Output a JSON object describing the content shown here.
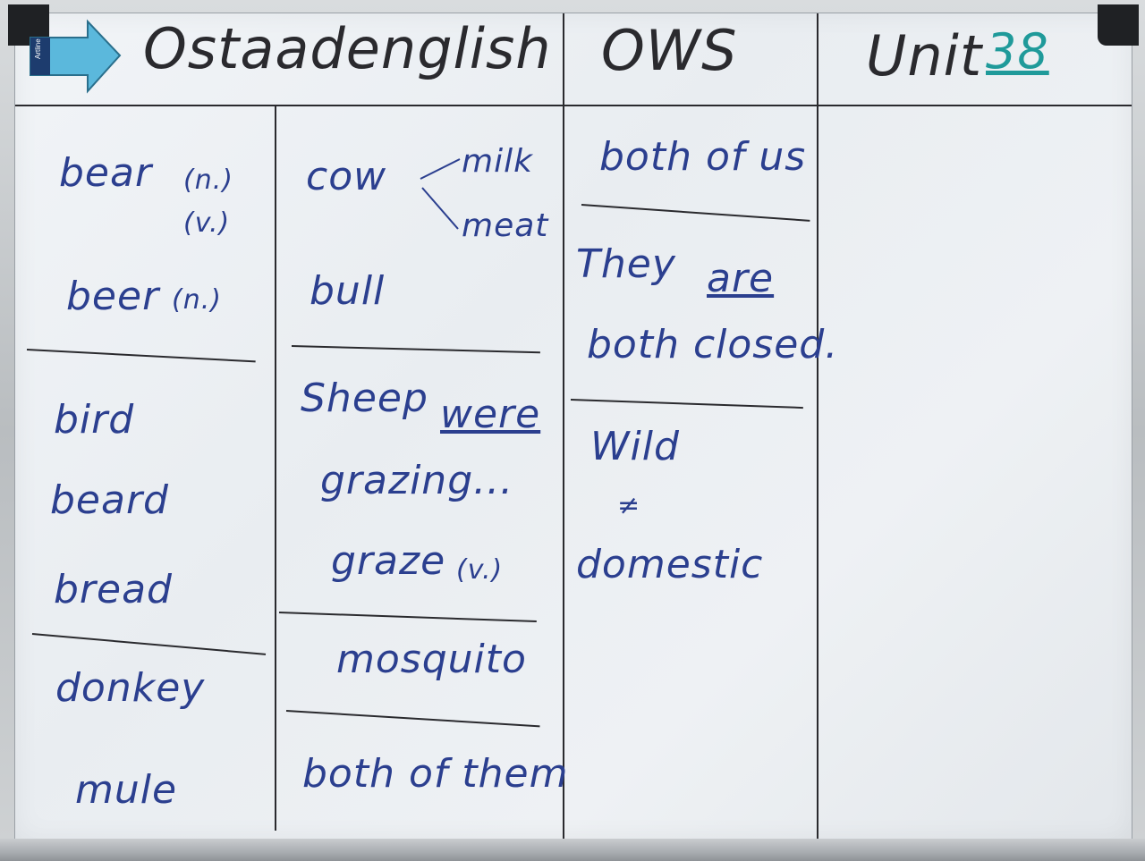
{
  "header": {
    "brand": "Ostaadenglish",
    "section": "OWS",
    "unit_label": "Unit",
    "unit_number": "38",
    "eraser_text": "Artline"
  },
  "col1": {
    "bear": "bear",
    "bear_n": "(n.)",
    "bear_v": "(v.)",
    "beer": "beer",
    "beer_n": "(n.)",
    "bird": "bird",
    "beard": "beard",
    "bread": "bread",
    "donkey": "donkey",
    "mule": "mule"
  },
  "col2": {
    "cow": "cow",
    "milk": "milk",
    "meat": "meat",
    "bull": "bull",
    "sheep": "Sheep",
    "were": "were",
    "grazing": "grazing...",
    "graze": "graze",
    "graze_v": "(v.)",
    "mosquito": "mosquito",
    "both_of_them": "both of them"
  },
  "col3": {
    "both_of_us": "both of us",
    "they": "They",
    "are": "are",
    "both_closed": "both closed.",
    "wild": "Wild",
    "not_equal": "≠",
    "domestic": "domestic"
  },
  "colors": {
    "blue_ink": "#2b3f8f",
    "black_ink": "#2a2a2e",
    "teal_ink": "#1f9a9a",
    "eraser": "#5bb8dc"
  }
}
